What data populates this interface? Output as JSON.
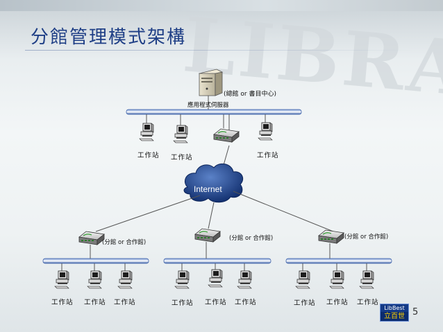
{
  "title": "分館管理模式架構",
  "background_word": "LIBRARY",
  "page_number": "5",
  "logo": {
    "line1": "LibBest",
    "line2": "立百世"
  },
  "central": {
    "server_label": "應用程式伺服器",
    "server_note": "(總館 or 書目中心)",
    "workstation_labels": [
      "工作站",
      "工作站",
      "工作站"
    ]
  },
  "cloud_label": "Internet",
  "branches": [
    {
      "note": "(分館 or 合作館)",
      "workstation_labels": [
        "工作站",
        "工作站",
        "工作站"
      ]
    },
    {
      "note": "(分館 or 合作館)",
      "workstation_labels": [
        "工作站",
        "工作站",
        "工作站"
      ]
    },
    {
      "note": "(分館 or 合作館)",
      "workstation_labels": [
        "工作站",
        "工作站",
        "工作站"
      ]
    }
  ],
  "colors": {
    "title": "#1f3f86",
    "bus": "#3a5fa8",
    "line": "#555555",
    "cloud": "#1b3f8a",
    "switch": "#555555"
  },
  "icons": [
    "server-icon",
    "workstation-icon",
    "switch-icon",
    "cloud-icon"
  ]
}
